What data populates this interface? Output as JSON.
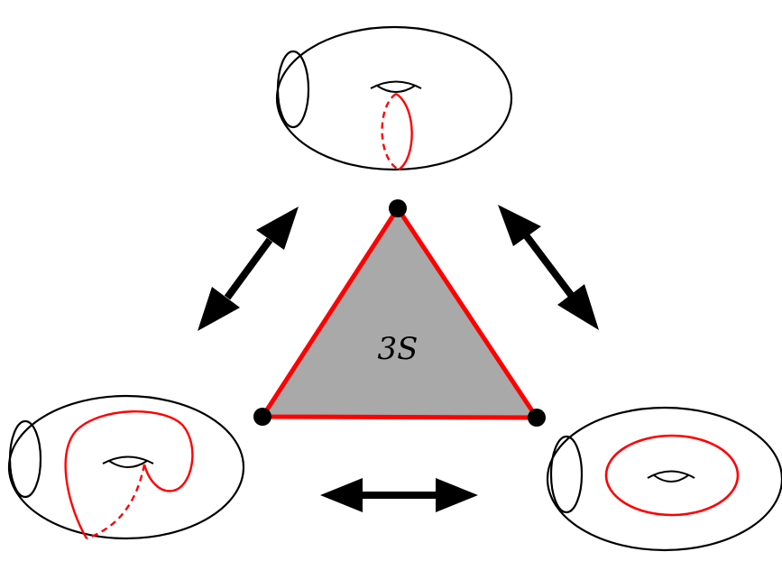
{
  "diagram": {
    "triangle_label": "3S",
    "colors": {
      "triangle_fill": "#a9a9a9",
      "triangle_edge": "#ff0000",
      "curve": "#ff0000",
      "outline": "#000000",
      "vertex": "#000000",
      "arrow": "#000000"
    },
    "tori": [
      {
        "id": "top",
        "curve": "meridian-through-hole"
      },
      {
        "id": "bottom-left",
        "curve": "loop-around-hole-and-meridian"
      },
      {
        "id": "bottom-right",
        "curve": "longitude-around-hole"
      }
    ],
    "arrows": [
      {
        "id": "upper-left",
        "type": "double-headed"
      },
      {
        "id": "upper-right",
        "type": "double-headed"
      },
      {
        "id": "bottom",
        "type": "double-headed"
      }
    ]
  }
}
